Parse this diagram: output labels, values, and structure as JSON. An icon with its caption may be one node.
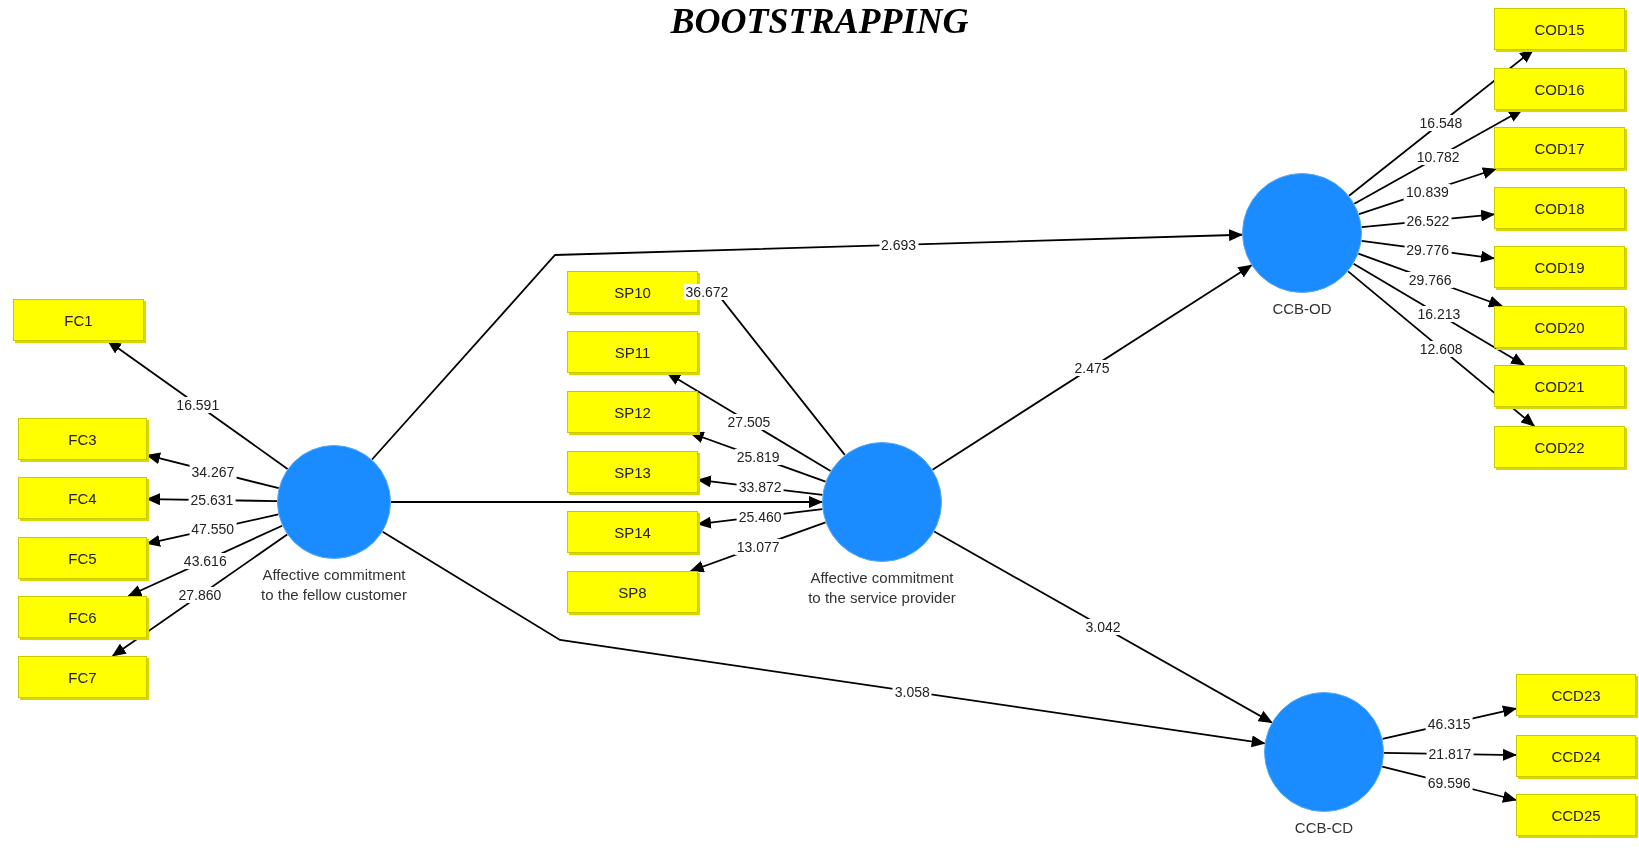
{
  "diagram": {
    "title": "BOOTSTRAPPING",
    "nodes": [
      {
        "text": [
          "Affective commitment to the fellow customer"
        ]
      },
      {
        "text": [
          "FC1"
        ]
      },
      {
        "text": [
          "FC3"
        ]
      },
      {
        "text": [
          "FC4"
        ]
      },
      {
        "text": [
          "FC5"
        ]
      },
      {
        "text": [
          "FC6"
        ]
      },
      {
        "text": [
          "FC7"
        ]
      },
      {
        "text": [
          "Affective commitment to the service provider"
        ]
      },
      {
        "text": [
          "SP10"
        ]
      },
      {
        "text": [
          "SP11"
        ]
      },
      {
        "text": [
          "SP12"
        ]
      },
      {
        "text": [
          "SP13"
        ]
      },
      {
        "text": [
          "SP14"
        ]
      },
      {
        "text": [
          "SP8"
        ]
      },
      {
        "text": [
          "CCB-OD"
        ]
      },
      {
        "text": [
          "COD15"
        ]
      },
      {
        "text": [
          "COD16"
        ]
      },
      {
        "text": [
          "COD17"
        ]
      },
      {
        "text": [
          "COD18"
        ]
      },
      {
        "text": [
          "COD19"
        ]
      },
      {
        "text": [
          "COD20"
        ]
      },
      {
        "text": [
          "COD21"
        ]
      },
      {
        "text": [
          "COD22"
        ]
      },
      {
        "text": [
          "CCB-CD"
        ]
      },
      {
        "text": [
          "CCD23"
        ]
      },
      {
        "text": [
          "CCD24"
        ]
      },
      {
        "text": [
          "CCD25"
        ]
      }
    ],
    "edges": [
      {
        "from": 0,
        "to": 1,
        "arrow": "to",
        "label": "16.591"
      },
      {
        "from": 0,
        "to": 2,
        "arrow": "to",
        "label": "34.267"
      },
      {
        "from": 0,
        "to": 3,
        "arrow": "to",
        "label": "25.631"
      },
      {
        "from": 0,
        "to": 4,
        "arrow": "to",
        "label": "47.550"
      },
      {
        "from": 0,
        "to": 5,
        "arrow": "to",
        "label": "43.616"
      },
      {
        "from": 0,
        "to": 6,
        "arrow": "to",
        "label": "27.860"
      },
      {
        "from": 0,
        "to": 7,
        "arrow": "to"
      },
      {
        "from": 0,
        "to": 14,
        "arrow": "to",
        "label": "2.693"
      },
      {
        "from": 0,
        "to": 23,
        "arrow": "to",
        "label": "3.058"
      },
      {
        "from": 7,
        "to": 8,
        "arrow": "to",
        "label": "36.672"
      },
      {
        "from": 7,
        "to": 9,
        "arrow": "to",
        "label": "27.505"
      },
      {
        "from": 7,
        "to": 10,
        "arrow": "to",
        "label": "25.819"
      },
      {
        "from": 7,
        "to": 11,
        "arrow": "to",
        "label": "33.872"
      },
      {
        "from": 7,
        "to": 12,
        "arrow": "to",
        "label": "25.460"
      },
      {
        "from": 7,
        "to": 13,
        "arrow": "to",
        "label": "13.077"
      },
      {
        "from": 7,
        "to": 14,
        "arrow": "to",
        "label": "2.475"
      },
      {
        "from": 7,
        "to": 23,
        "arrow": "to",
        "label": "3.042"
      },
      {
        "from": 14,
        "to": 15,
        "arrow": "to",
        "label": "16.548"
      },
      {
        "from": 14,
        "to": 16,
        "arrow": "to",
        "label": "10.782"
      },
      {
        "from": 14,
        "to": 17,
        "arrow": "to",
        "label": "10.839"
      },
      {
        "from": 14,
        "to": 18,
        "arrow": "to",
        "label": "26.522"
      },
      {
        "from": 14,
        "to": 19,
        "arrow": "to",
        "label": "29.776"
      },
      {
        "from": 14,
        "to": 20,
        "arrow": "to",
        "label": "29.766"
      },
      {
        "from": 14,
        "to": 21,
        "arrow": "to",
        "label": "16.213"
      },
      {
        "from": 14,
        "to": 22,
        "arrow": "to",
        "label": "12.608"
      },
      {
        "from": 23,
        "to": 24,
        "arrow": "to",
        "label": "46.315"
      },
      {
        "from": 23,
        "to": 25,
        "arrow": "to",
        "label": "21.817"
      },
      {
        "from": 23,
        "to": 26,
        "arrow": "to",
        "label": "69.596"
      }
    ]
  }
}
